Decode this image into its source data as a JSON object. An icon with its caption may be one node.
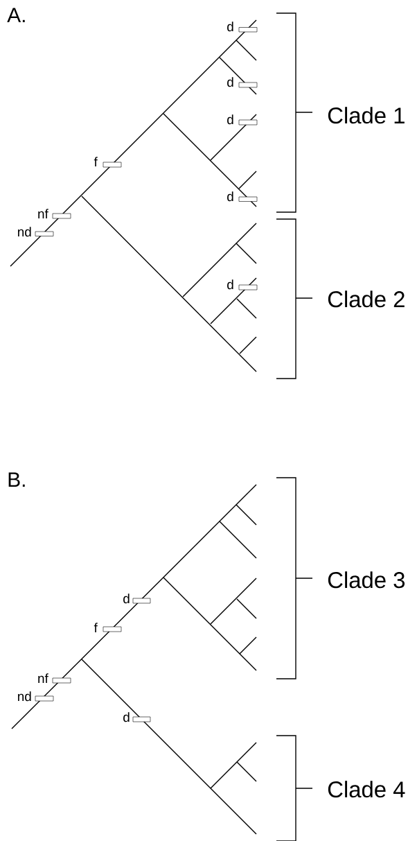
{
  "diagram": {
    "labels": [
      "A.",
      "d",
      "d",
      "Clade 1",
      "d",
      "f",
      "d",
      "nf",
      "nd",
      "d",
      "Clade 2",
      "B.",
      "Clade 3",
      "d",
      "f",
      "nf",
      "nd",
      "d",
      "Clade 4"
    ]
  }
}
